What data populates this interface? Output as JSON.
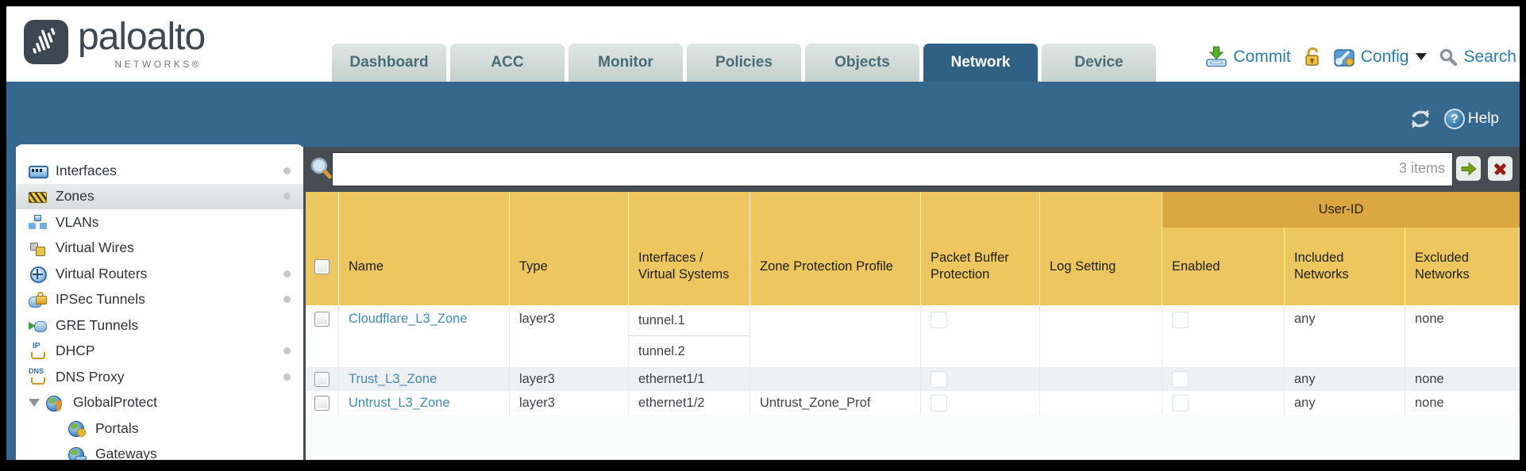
{
  "brand": {
    "name": "paloalto",
    "networks": "NETWORKS®"
  },
  "tabs": {
    "items": [
      "Dashboard",
      "ACC",
      "Monitor",
      "Policies",
      "Objects",
      "Network",
      "Device"
    ],
    "active": "Network"
  },
  "top_actions": {
    "commit": "Commit",
    "config": "Config",
    "search": "Search"
  },
  "band": {
    "help": "Help"
  },
  "sidebar": {
    "items": [
      {
        "label": "Interfaces",
        "icon": "interfaces-icon",
        "dot": true,
        "selected": false
      },
      {
        "label": "Zones",
        "icon": "zones-icon",
        "dot": true,
        "selected": true
      },
      {
        "label": "VLANs",
        "icon": "vlans-icon",
        "dot": false,
        "selected": false
      },
      {
        "label": "Virtual Wires",
        "icon": "virtual-wires-icon",
        "dot": false,
        "selected": false
      },
      {
        "label": "Virtual Routers",
        "icon": "virtual-routers-icon",
        "dot": true,
        "selected": false
      },
      {
        "label": "IPSec Tunnels",
        "icon": "ipsec-tunnels-icon",
        "dot": true,
        "selected": false
      },
      {
        "label": "GRE Tunnels",
        "icon": "gre-tunnels-icon",
        "dot": false,
        "selected": false
      },
      {
        "label": "DHCP",
        "icon": "dhcp-icon",
        "dot": true,
        "selected": false
      },
      {
        "label": "DNS Proxy",
        "icon": "dns-proxy-icon",
        "dot": true,
        "selected": false
      },
      {
        "label": "GlobalProtect",
        "icon": "globalprotect-icon",
        "dot": false,
        "selected": false,
        "expanded": true
      },
      {
        "label": "Portals",
        "icon": "portals-icon",
        "dot": false,
        "selected": false,
        "child": true
      },
      {
        "label": "Gateways",
        "icon": "gateways-icon",
        "dot": false,
        "selected": false,
        "child": true
      }
    ]
  },
  "toolbar": {
    "items_count": "3 items"
  },
  "table": {
    "group_header": "User-ID",
    "columns": [
      "Name",
      "Type",
      "Interfaces / Virtual Systems",
      "Zone Protection Profile",
      "Packet Buffer Protection",
      "Log Setting",
      "Enabled",
      "Included Networks",
      "Excluded Networks"
    ],
    "rows": [
      {
        "name": "Cloudflare_L3_Zone",
        "type": "layer3",
        "interfaces": [
          "tunnel.1",
          "tunnel.2"
        ],
        "zone_protection_profile": "",
        "packet_buffer_protection": false,
        "log_setting": "",
        "user_id_enabled": false,
        "included_networks": "any",
        "excluded_networks": "none"
      },
      {
        "name": "Trust_L3_Zone",
        "type": "layer3",
        "interfaces": [
          "ethernet1/1"
        ],
        "zone_protection_profile": "",
        "packet_buffer_protection": false,
        "log_setting": "",
        "user_id_enabled": false,
        "included_networks": "any",
        "excluded_networks": "none"
      },
      {
        "name": "Untrust_L3_Zone",
        "type": "layer3",
        "interfaces": [
          "ethernet1/2"
        ],
        "zone_protection_profile": "Untrust_Zone_Prof",
        "packet_buffer_protection": false,
        "log_setting": "",
        "user_id_enabled": false,
        "included_networks": "any",
        "excluded_networks": "none"
      }
    ]
  },
  "colors": {
    "teal_band": "#35688c",
    "active_tab": "#2e6183",
    "header_gold": "#edc65f",
    "user_id_strip": "#d9a63f",
    "link_blue": "#4489ae",
    "slate_bar": "#474e53"
  }
}
